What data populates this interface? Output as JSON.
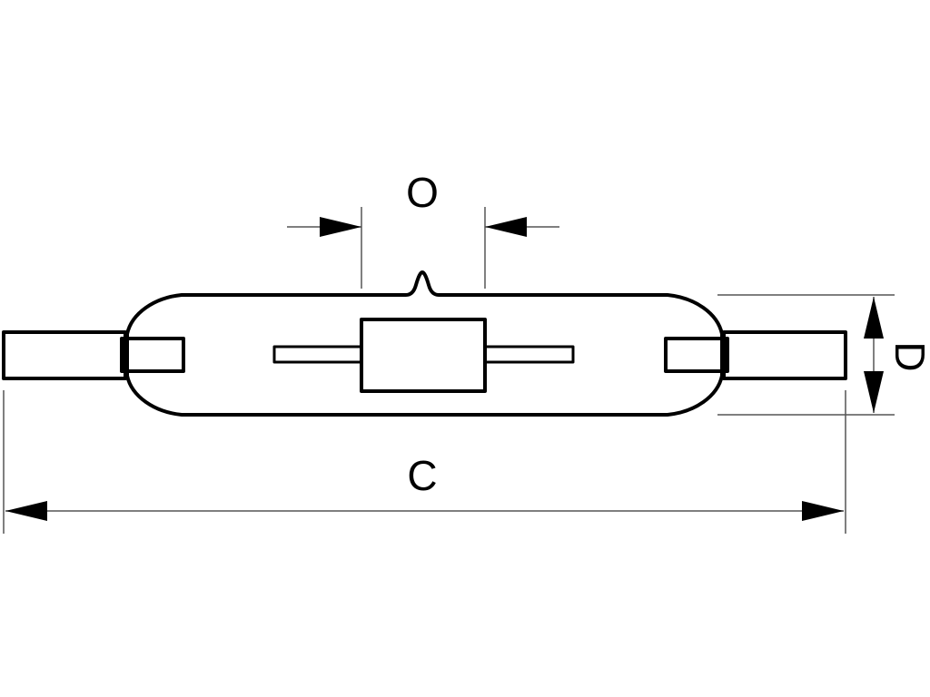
{
  "labels": {
    "arc_length": "O",
    "overall_length": "C",
    "diameter": "D"
  },
  "colors": {
    "outline": "#000000",
    "extension_line": "#555555",
    "background": "#ffffff"
  }
}
